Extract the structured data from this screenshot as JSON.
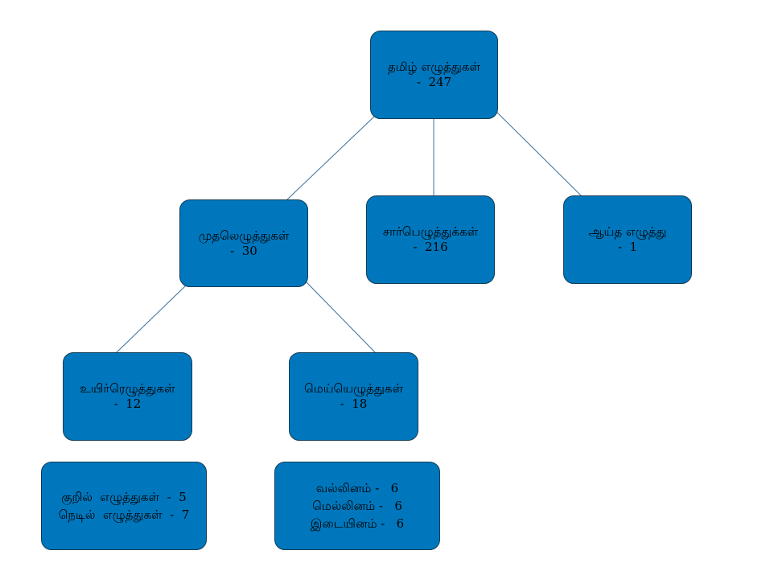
{
  "colors": {
    "box_fill": "#0077bd",
    "box_border": "#123b55",
    "connector": "#3b6e9a",
    "text": "#000000"
  },
  "nodes": {
    "root": {
      "name": "தமிழ் எழுத்துகள்",
      "count": "-  247"
    },
    "mudhal": {
      "name": "முதலெழுத்துகள்",
      "count": "-  30"
    },
    "saarbu": {
      "name": "சார்பெழுத்துக்கள்",
      "count": "-  216"
    },
    "aaytha": {
      "name": "ஆய்த எழுத்து",
      "count": "-  1"
    },
    "uyir": {
      "name": "உயிர்ரெழுத்துகள்",
      "count": "-  12"
    },
    "mei": {
      "name": "மெய்யெழுத்துகள்",
      "count": "-  18"
    },
    "uyir_detail": {
      "lines": [
        "குறில்  எழுத்துகள்  -  5",
        "நெடில்  எழுத்துகள்  -  7"
      ]
    },
    "mei_detail": {
      "lines": [
        "வல்லினம் -   6",
        "மெல்லினம் -   6",
        "இடையினம் -   6"
      ]
    }
  }
}
